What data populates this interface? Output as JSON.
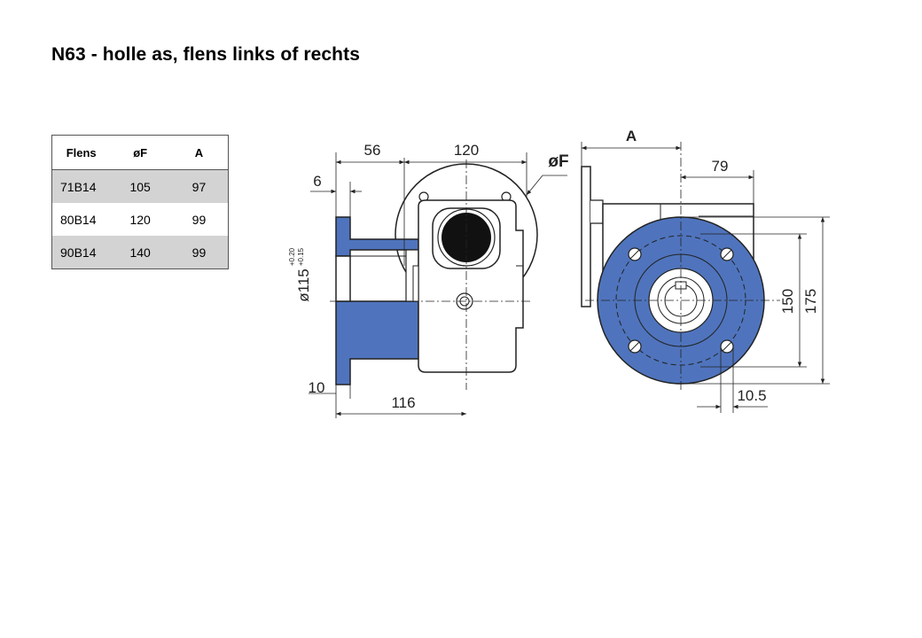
{
  "title": "N63 - holle as, flens links of rechts",
  "table": {
    "headers": [
      "Flens",
      "øF",
      "A"
    ],
    "rows": [
      [
        "71B14",
        "105",
        "97"
      ],
      [
        "80B14",
        "120",
        "99"
      ],
      [
        "90B14",
        "140",
        "99"
      ]
    ]
  },
  "drawing": {
    "dim_56": "56",
    "dim_120": "120",
    "dim_6": "6",
    "dim_phiF": "øF",
    "dim_phi115": "ø115",
    "tol_upper": "+0.20",
    "tol_lower": "+0.15",
    "dim_10": "10",
    "dim_116": "116",
    "dim_A": "A",
    "dim_79": "79",
    "dim_150": "150",
    "dim_175": "175",
    "dim_10_5": "10.5",
    "colors": {
      "flange_blue": "#4f74bd",
      "outline": "#222222",
      "bore": "#111111"
    }
  }
}
